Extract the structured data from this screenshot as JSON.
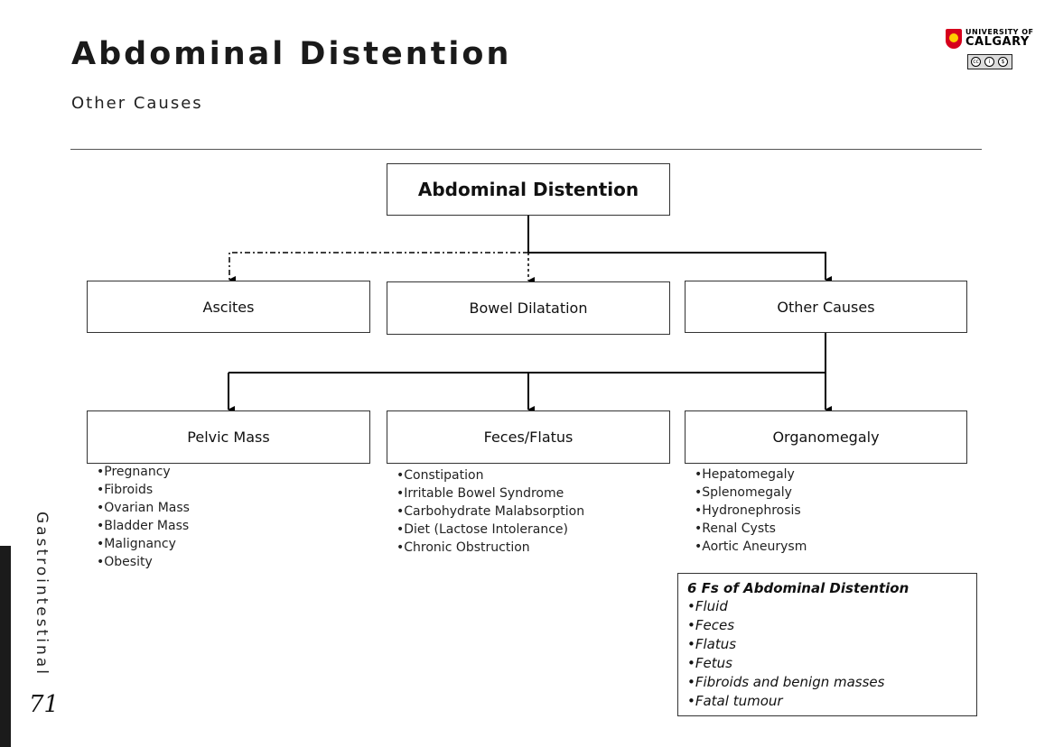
{
  "header": {
    "title": "Abdominal Distention",
    "subtitle": "Other Causes"
  },
  "logo": {
    "line1": "UNIVERSITY OF",
    "line2": "CALGARY",
    "license": {
      "cc": "cc",
      "by": "i",
      "nc": "$"
    }
  },
  "diagram": {
    "root": "Abdominal Distention",
    "level1": [
      "Ascites",
      "Bowel Dilatation",
      "Other Causes"
    ],
    "level2": [
      "Pelvic Mass",
      "Feces/Flatus",
      "Organomegaly"
    ],
    "lists": {
      "pelvic_mass": [
        "Pregnancy",
        "Fibroids",
        "Ovarian Mass",
        "Bladder Mass",
        "Malignancy",
        "Obesity"
      ],
      "feces_flatus": [
        "Constipation",
        "Irritable Bowel Syndrome",
        "Carbohydrate Malabsorption",
        "Diet (Lactose Intolerance)",
        "Chronic Obstruction"
      ],
      "organomegaly": [
        "Hepatomegaly",
        "Splenomegaly",
        "Hydronephrosis",
        "Renal Cysts",
        "Aortic Aneurysm"
      ]
    }
  },
  "six_fs": {
    "title": "6 Fs of Abdominal Distention",
    "items": [
      "Fluid",
      "Feces",
      "Flatus",
      "Fetus",
      "Fibroids and benign masses",
      "Fatal tumour"
    ]
  },
  "sidebar": {
    "section": "Gastrointestinal",
    "page_number": "71"
  }
}
